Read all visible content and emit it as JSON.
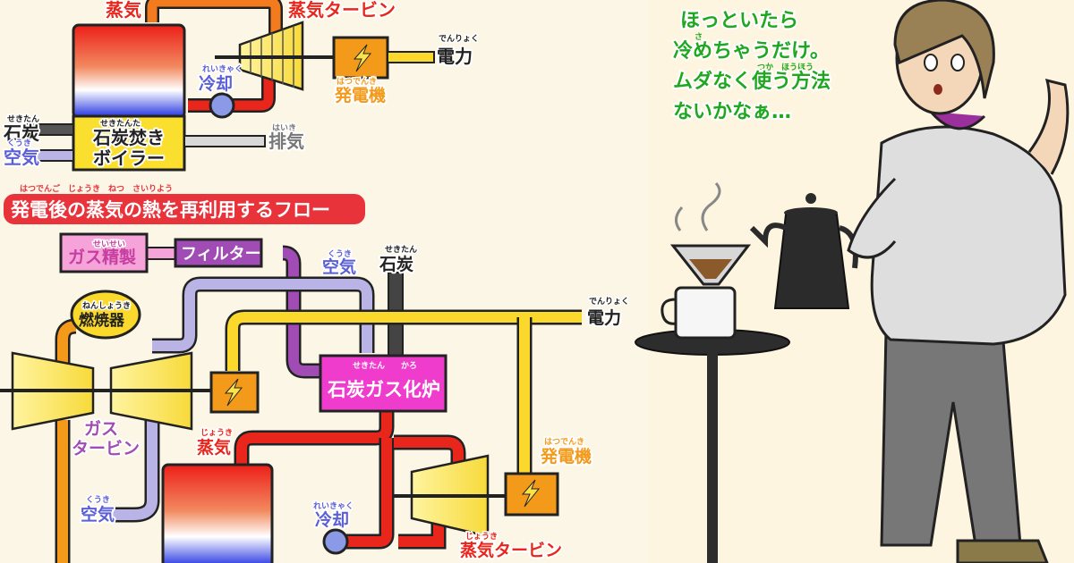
{
  "top": {
    "steam": "蒸気",
    "steam_turbine": "蒸気タービン",
    "power": "電力",
    "power_ruby": "でんりょく",
    "cooling": "冷却",
    "cooling_ruby": "れいきゃく",
    "generator": "発電機",
    "generator_ruby": "はつでんき",
    "coal": "石炭",
    "coal_ruby": "せきたん",
    "air": "空気",
    "air_ruby": "くうき",
    "boiler_line1": "石炭焚き",
    "boiler_line1_ruby": "せきたんた",
    "boiler_line2": "ボイラー",
    "exhaust": "排気",
    "exhaust_ruby": "はいき"
  },
  "banner": {
    "title": "発電後の蒸気の熱を再利用するフロー",
    "ruby": "はつでんご　じょうき　ねつ　さいりよう"
  },
  "bottom": {
    "gas_refining": "ガス精製",
    "gas_refining_ruby": "せいせい",
    "filter": "フィルター",
    "air": "空気",
    "air_ruby": "くうき",
    "coal": "石炭",
    "coal_ruby": "せきたん",
    "combustor": "燃焼器",
    "combustor_ruby": "ねんしょうき",
    "power": "電力",
    "power_ruby": "でんりょく",
    "gasifier": "石炭ガス化炉",
    "gasifier_ruby": "せきたん　　かろ",
    "gas_turbine_line1": "ガス",
    "gas_turbine_line2": "タービン",
    "steam": "蒸気",
    "steam_ruby": "じょうき",
    "generator": "発電機",
    "generator_ruby": "はつでんき",
    "air2": "空気",
    "air2_ruby": "くうき",
    "cooling": "冷却",
    "cooling_ruby": "れいきゃく",
    "steam_turbine": "蒸気タービン",
    "steam_turbine_ruby": "じょうき"
  },
  "speech": {
    "line1": "ほっといたら",
    "line2": "冷めちゃうだけ。",
    "line2_ruby": "さ",
    "line3": "ムダなく使う方法",
    "line3_ruby": "つか　ほうほう",
    "line4": "ないかなぁ…"
  },
  "colors": {
    "steam": "#e8261c",
    "orange": "#f39a1b",
    "yellow": "#fbd92c",
    "lavender": "#b9b3e6",
    "purple": "#a04cb4",
    "magenta": "#f03ccd",
    "pink": "#f5a3d8",
    "speech": "#1fa81f",
    "banner": "#e8333b"
  }
}
